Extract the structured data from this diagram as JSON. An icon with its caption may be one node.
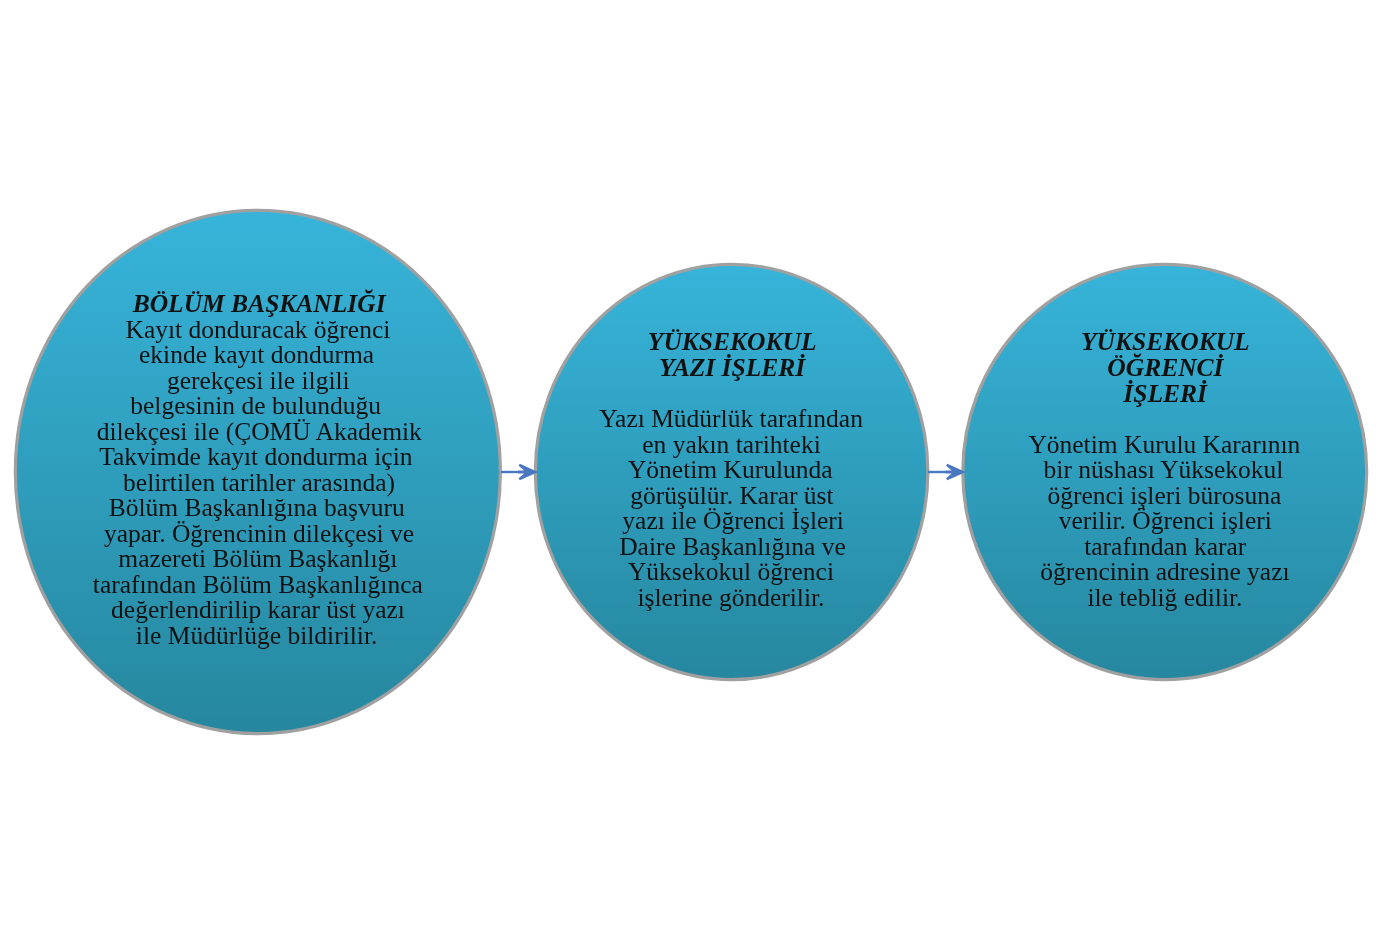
{
  "diagram": {
    "nodes": [
      {
        "text": [
          "BÖLÜM BAŞKANLIĞI",
          "Kayıt donduracak öğrenci ekinde kayıt dondurma gerekçesi ile ilgili belgesinin de bulunduğu dilekçesi ile (ÇOMÜ Akademik Takvimde kayıt dondurma için belirtilen tarihler arasında) Bölüm Başkanlığına başvuru yapar. Öğrencinin dilekçesi ve mazereti Bölüm Başkanlığı tarafından Bölüm Başkanlığınca değerlendirilip karar üst yazı ile Müdürlüğe bildirilir."
        ]
      },
      {
        "text": [
          "YÜKSEKOKUL YAZI İŞLERİ",
          "Yazı Müdürlük tarafından en yakın tarihteki Yönetim Kurulunda görüşülür. Karar üst yazı ile Öğrenci İşleri Daire Başkanlığına ve Yüksekokul öğrenci işlerine gönderilir."
        ]
      },
      {
        "text": [
          "YÜKSEKOKUL ÖĞRENCİ İŞLERİ",
          "Yönetim Kurulu Kararının bir nüshası Yüksekokul öğrenci işleri bürosuna verilir. Öğrenci işleri tarafından karar öğrencinin adresine yazı ile tebliğ edilir."
        ]
      }
    ],
    "edges": [
      {
        "from": 0,
        "to": 1,
        "arrow": "to"
      },
      {
        "from": 1,
        "to": 2,
        "arrow": "to"
      }
    ]
  }
}
